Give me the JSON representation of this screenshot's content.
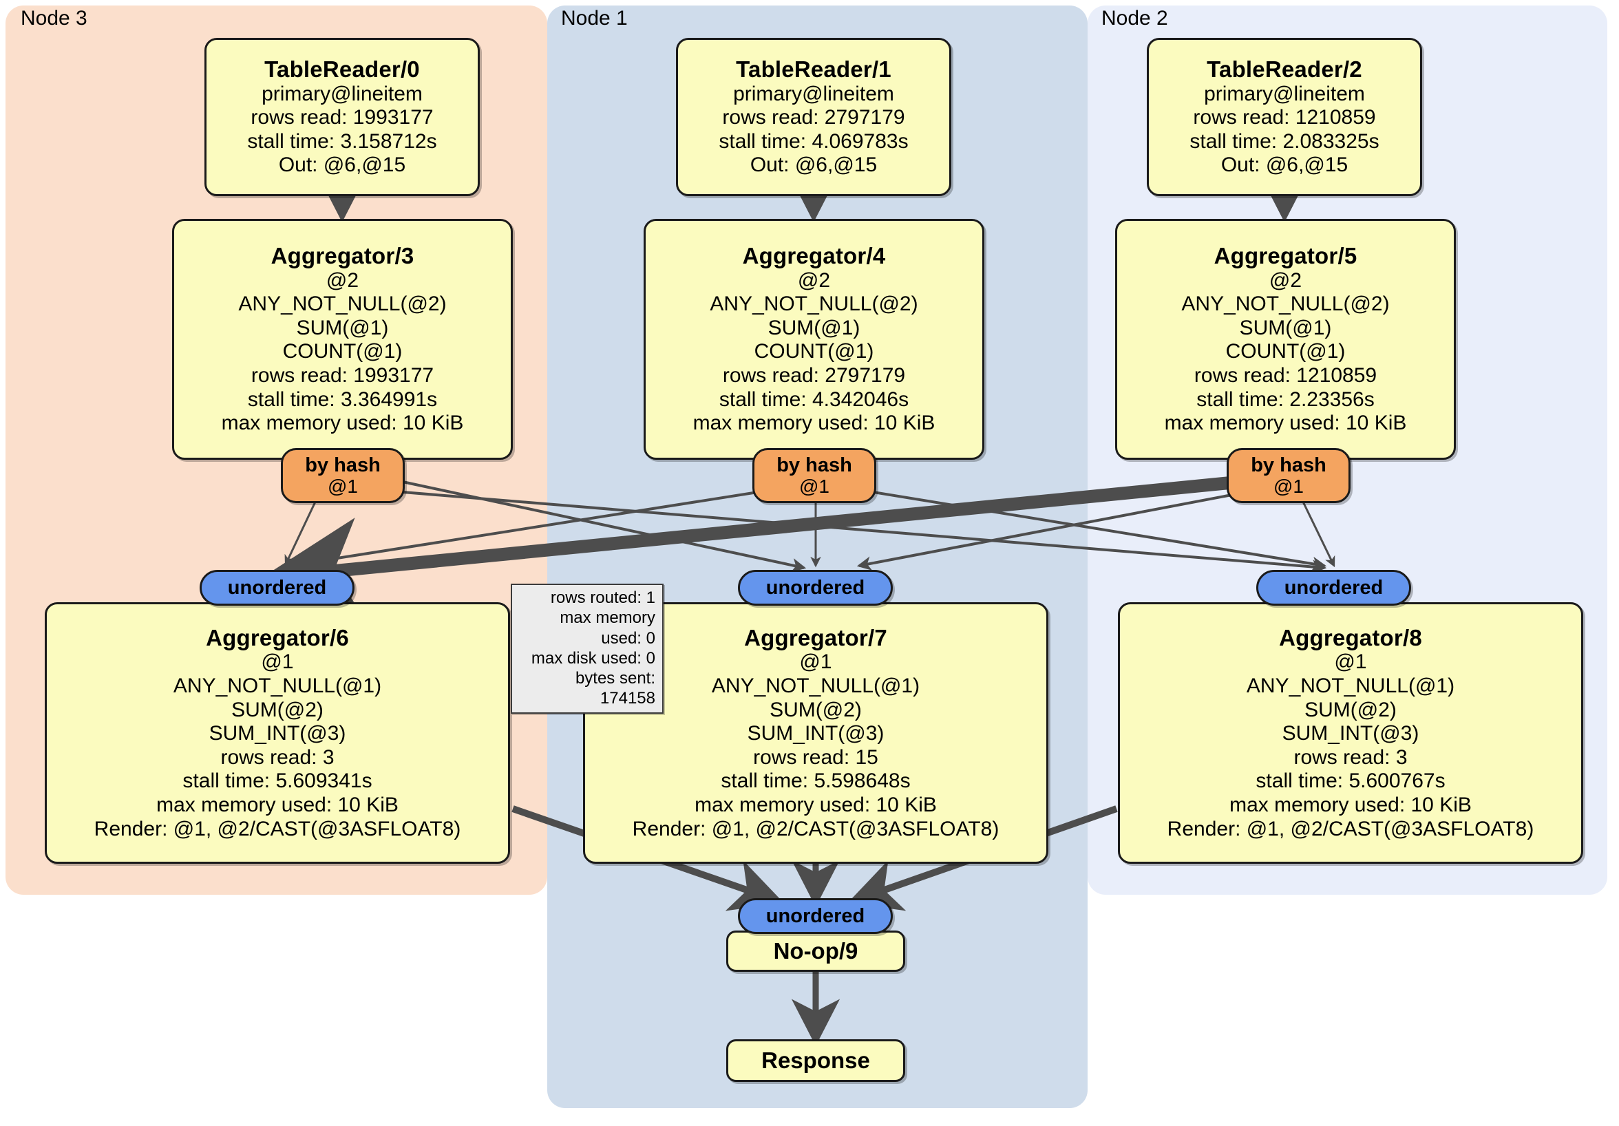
{
  "diagram": {
    "title": "DistSQL flow diagram",
    "colors": {
      "node3_panel": "#fbdfcc",
      "node1_panel": "#cfdceb",
      "node2_panel": "#e9eefa",
      "processor_fill": "#fbfbbf",
      "router_fill": "#f4a460",
      "synchronizer_fill": "#6495ed",
      "stats_fill": "#ececec",
      "edge_color": "#4d4d4d",
      "border": "#1a1a1a"
    }
  },
  "clusters": [
    {
      "id": "node3",
      "label": "Node 3"
    },
    {
      "id": "node1",
      "label": "Node 1"
    },
    {
      "id": "node2",
      "label": "Node 2"
    }
  ],
  "processors": {
    "tablereader0": {
      "title": "TableReader/0",
      "rows": [
        "primary@lineitem",
        "rows read: 1993177",
        "stall time: 3.158712s",
        "Out: @6,@15"
      ]
    },
    "tablereader1": {
      "title": "TableReader/1",
      "rows": [
        "primary@lineitem",
        "rows read: 2797179",
        "stall time: 4.069783s",
        "Out: @6,@15"
      ]
    },
    "tablereader2": {
      "title": "TableReader/2",
      "rows": [
        "primary@lineitem",
        "rows read: 1210859",
        "stall time: 2.083325s",
        "Out: @6,@15"
      ]
    },
    "aggregator3": {
      "title": "Aggregator/3",
      "rows": [
        "@2",
        "ANY_NOT_NULL(@2)",
        "SUM(@1)",
        "COUNT(@1)",
        "rows read: 1993177",
        "stall time: 3.364991s",
        "max memory used: 10 KiB"
      ]
    },
    "aggregator4": {
      "title": "Aggregator/4",
      "rows": [
        "@2",
        "ANY_NOT_NULL(@2)",
        "SUM(@1)",
        "COUNT(@1)",
        "rows read: 2797179",
        "stall time: 4.342046s",
        "max memory used: 10 KiB"
      ]
    },
    "aggregator5": {
      "title": "Aggregator/5",
      "rows": [
        "@2",
        "ANY_NOT_NULL(@2)",
        "SUM(@1)",
        "COUNT(@1)",
        "rows read: 1210859",
        "stall time: 2.23356s",
        "max memory used: 10 KiB"
      ]
    },
    "aggregator6": {
      "title": "Aggregator/6",
      "rows": [
        "@1",
        "ANY_NOT_NULL(@1)",
        "SUM(@2)",
        "SUM_INT(@3)",
        "rows read: 3",
        "stall time: 5.609341s",
        "max memory used: 10 KiB",
        "Render: @1, @2/CAST(@3ASFLOAT8)"
      ]
    },
    "aggregator7": {
      "title": "Aggregator/7",
      "rows": [
        "@1",
        "ANY_NOT_NULL(@1)",
        "SUM(@2)",
        "SUM_INT(@3)",
        "rows read: 15",
        "stall time: 5.598648s",
        "max memory used: 10 KiB",
        "Render: @1, @2/CAST(@3ASFLOAT8)"
      ]
    },
    "aggregator8": {
      "title": "Aggregator/8",
      "rows": [
        "@1",
        "ANY_NOT_NULL(@1)",
        "SUM(@2)",
        "SUM_INT(@3)",
        "rows read: 3",
        "stall time: 5.600767s",
        "max memory used: 10 KiB",
        "Render: @1, @2/CAST(@3ASFLOAT8)"
      ]
    },
    "noop9": {
      "title": "No-op/9",
      "rows": []
    },
    "response": {
      "title": "Response",
      "rows": []
    }
  },
  "routers": [
    {
      "id": "byhash-3",
      "title": "by hash",
      "sub": "@1"
    },
    {
      "id": "byhash-4",
      "title": "by hash",
      "sub": "@1"
    },
    {
      "id": "byhash-5",
      "title": "by hash",
      "sub": "@1"
    }
  ],
  "synchronizers": [
    {
      "id": "unordered-6",
      "label": "unordered"
    },
    {
      "id": "unordered-7",
      "label": "unordered"
    },
    {
      "id": "unordered-8",
      "label": "unordered"
    },
    {
      "id": "unordered-9",
      "label": "unordered"
    }
  ],
  "stats_box": {
    "lines": [
      "rows routed: 1",
      "max memory used: 0",
      "max disk used: 0",
      "bytes sent: 174158"
    ]
  }
}
